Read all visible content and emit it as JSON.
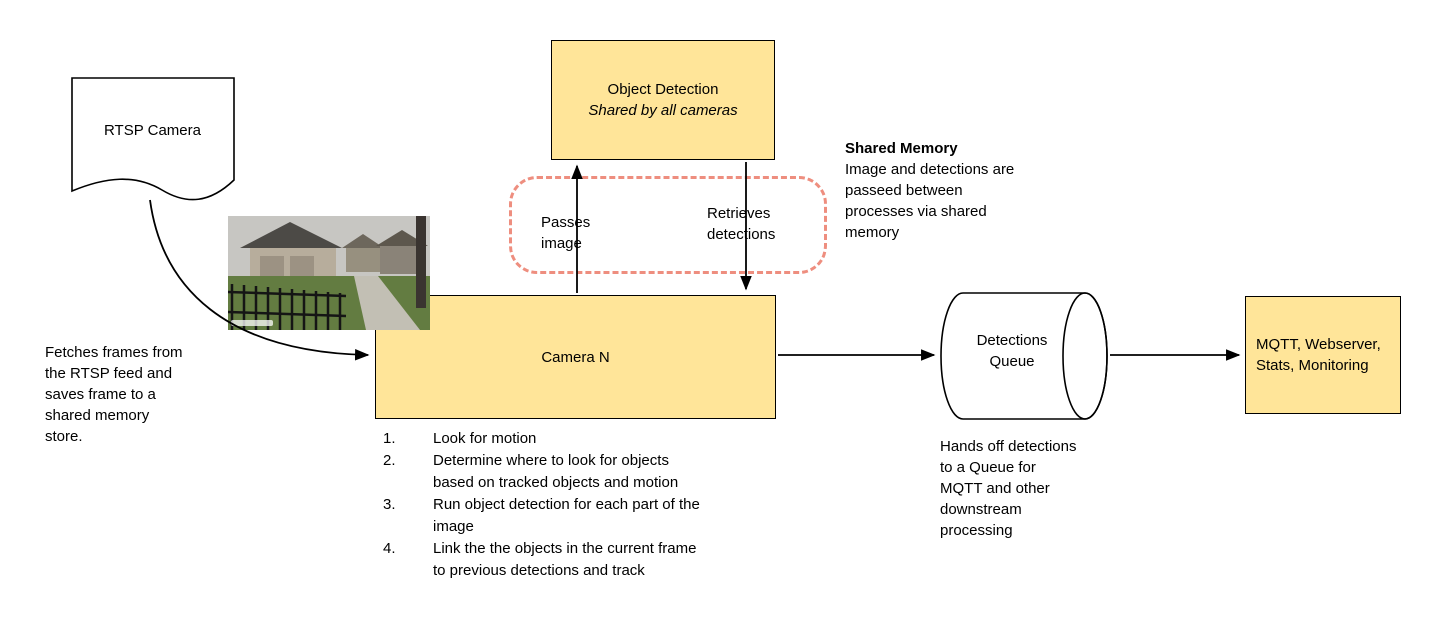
{
  "colors": {
    "box_fill": "#ffe599",
    "box_border": "#000000",
    "shared_memory_dash": "#ee8e7f"
  },
  "nodes": {
    "rtsp_camera": {
      "label": "RTSP Camera"
    },
    "object_detection": {
      "title": "Object Detection",
      "subtitle": "Shared by all cameras"
    },
    "camera_n": {
      "label": "Camera N"
    },
    "detections_queue": {
      "label": "Detections\nQueue"
    },
    "mqtt": {
      "label": "MQTT, Webserver,\nStats, Monitoring"
    }
  },
  "edges": {
    "passes_image": "Passes\nimage",
    "retrieves_detections": "Retrieves\ndetections"
  },
  "notes": {
    "shared_memory_title": "Shared Memory",
    "shared_memory_body": "Image and detections are\npasseed between\nprocesses via shared\nmemory",
    "fetch_note": "Fetches frames from\nthe RTSP feed and\nsaves frame to a\nshared memory\nstore.",
    "queue_note": "Hands off detections\nto a Queue for\nMQTT and other\ndownstream\nprocessing"
  },
  "camera_steps": [
    {
      "num": "1.",
      "text": "Look for motion"
    },
    {
      "num": "2.",
      "text": "Determine where to look for objects\nbased on tracked objects and motion"
    },
    {
      "num": "3.",
      "text": "Run object detection for each part of the\nimage"
    },
    {
      "num": "4.",
      "text": "Link the the objects in the current frame\nto previous detections and track"
    }
  ]
}
